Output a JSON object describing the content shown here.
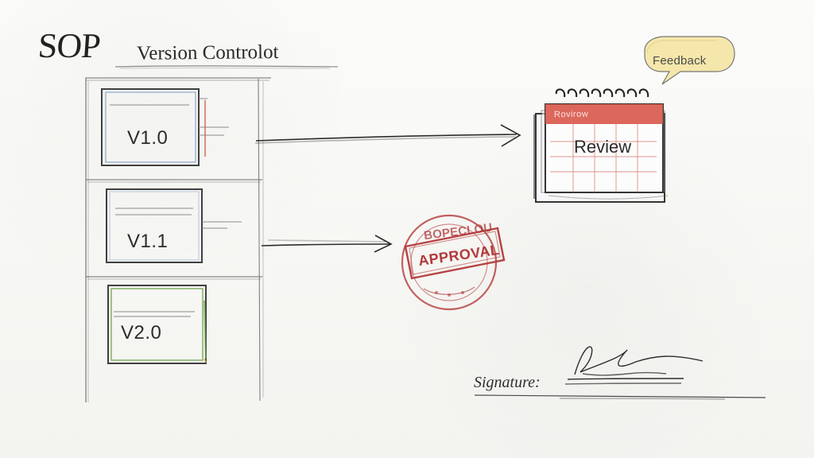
{
  "title": {
    "main": "SOP",
    "sub": "Version Controlot"
  },
  "versions": [
    {
      "label": "V1.0"
    },
    {
      "label": "V1.1"
    },
    {
      "label": "V2.0"
    }
  ],
  "review": {
    "banner": "Rovirow",
    "label": "Review",
    "feedback": "Feedback"
  },
  "approval": {
    "top": "BOPECLOU",
    "main": "APPROVAL"
  },
  "signature": {
    "label": "Signature:"
  },
  "icons": {
    "calendar": "calendar-icon",
    "speech": "speech-bubble-icon",
    "stamp": "approval-stamp-icon",
    "signature": "signature-mark-icon"
  },
  "colors": {
    "ink": "#2b2b2b",
    "calendar_red": "#d95a4e",
    "stamp_red": "#b33939",
    "feedback_yellow": "#f5e7a7",
    "accent_green": "#6fa24f",
    "accent_blue": "#7b9ec7"
  }
}
